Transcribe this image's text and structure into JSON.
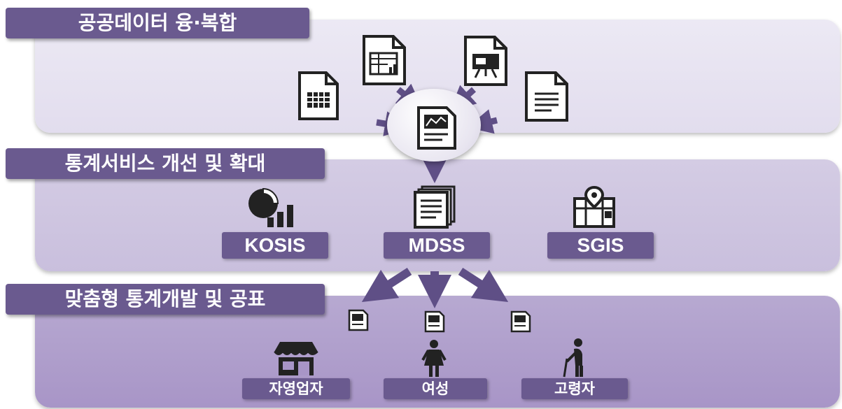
{
  "sections": {
    "data_fusion": "공공데이터 융·복합",
    "service": "통계서비스 개선 및 확대",
    "custom": "맞춤형 통계개발 및 공표"
  },
  "services": [
    "KOSIS",
    "MDSS",
    "SGIS"
  ],
  "groups": [
    "자영업자",
    "여성",
    "고령자"
  ],
  "colors": {
    "accent": "#6a5a8f",
    "band_light": "#e6e2f0",
    "band_mid": "#cfc6e1",
    "band_dark": "#ae9ecc",
    "arrow": "#5f4f86"
  },
  "icons": [
    "spreadsheet-icon",
    "table-chart-icon",
    "presentation-icon",
    "text-document-icon",
    "report-icon",
    "pie-chart-icon",
    "document-stack-icon",
    "map-pin-icon",
    "store-icon",
    "woman-icon",
    "elderly-icon"
  ]
}
